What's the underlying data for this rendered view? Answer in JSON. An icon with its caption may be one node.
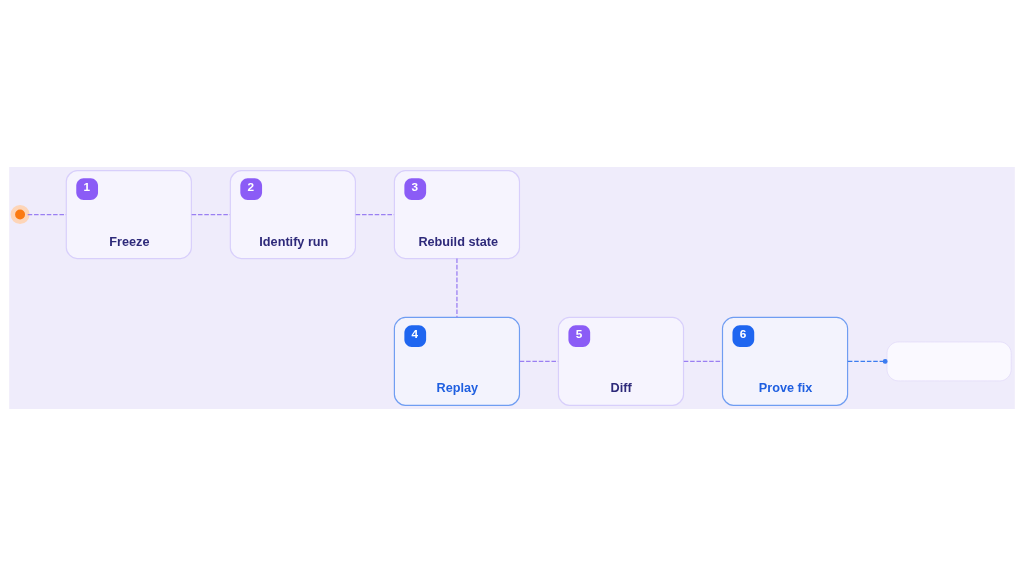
{
  "diagram": {
    "nodes": [
      {
        "text": [],
        "shape": "circle"
      },
      {
        "text": [
          "1",
          "Freeze"
        ]
      },
      {
        "text": [
          "2",
          "Identify run"
        ]
      },
      {
        "text": [
          "3",
          "Rebuild state"
        ]
      },
      {
        "text": [
          "4",
          "Replay"
        ]
      },
      {
        "text": [
          "5",
          "Diff"
        ]
      },
      {
        "text": [
          "6",
          "Prove fix"
        ]
      },
      {
        "text": [],
        "shape": "box"
      }
    ],
    "edges": [
      {
        "from": 0,
        "to": 1,
        "arrow": "none",
        "style": "dashed"
      },
      {
        "from": 1,
        "to": 2,
        "arrow": "none",
        "style": "dashed"
      },
      {
        "from": 2,
        "to": 3,
        "arrow": "none",
        "style": "dashed"
      },
      {
        "from": 3,
        "to": 4,
        "arrow": "none",
        "style": "dashed"
      },
      {
        "from": 4,
        "to": 5,
        "arrow": "none",
        "style": "dashed"
      },
      {
        "from": 5,
        "to": 6,
        "arrow": "none",
        "style": "dashed"
      },
      {
        "from": 6,
        "to": 7,
        "arrow": "other",
        "style": "dashed",
        "color": "#3b7cf0"
      }
    ]
  }
}
